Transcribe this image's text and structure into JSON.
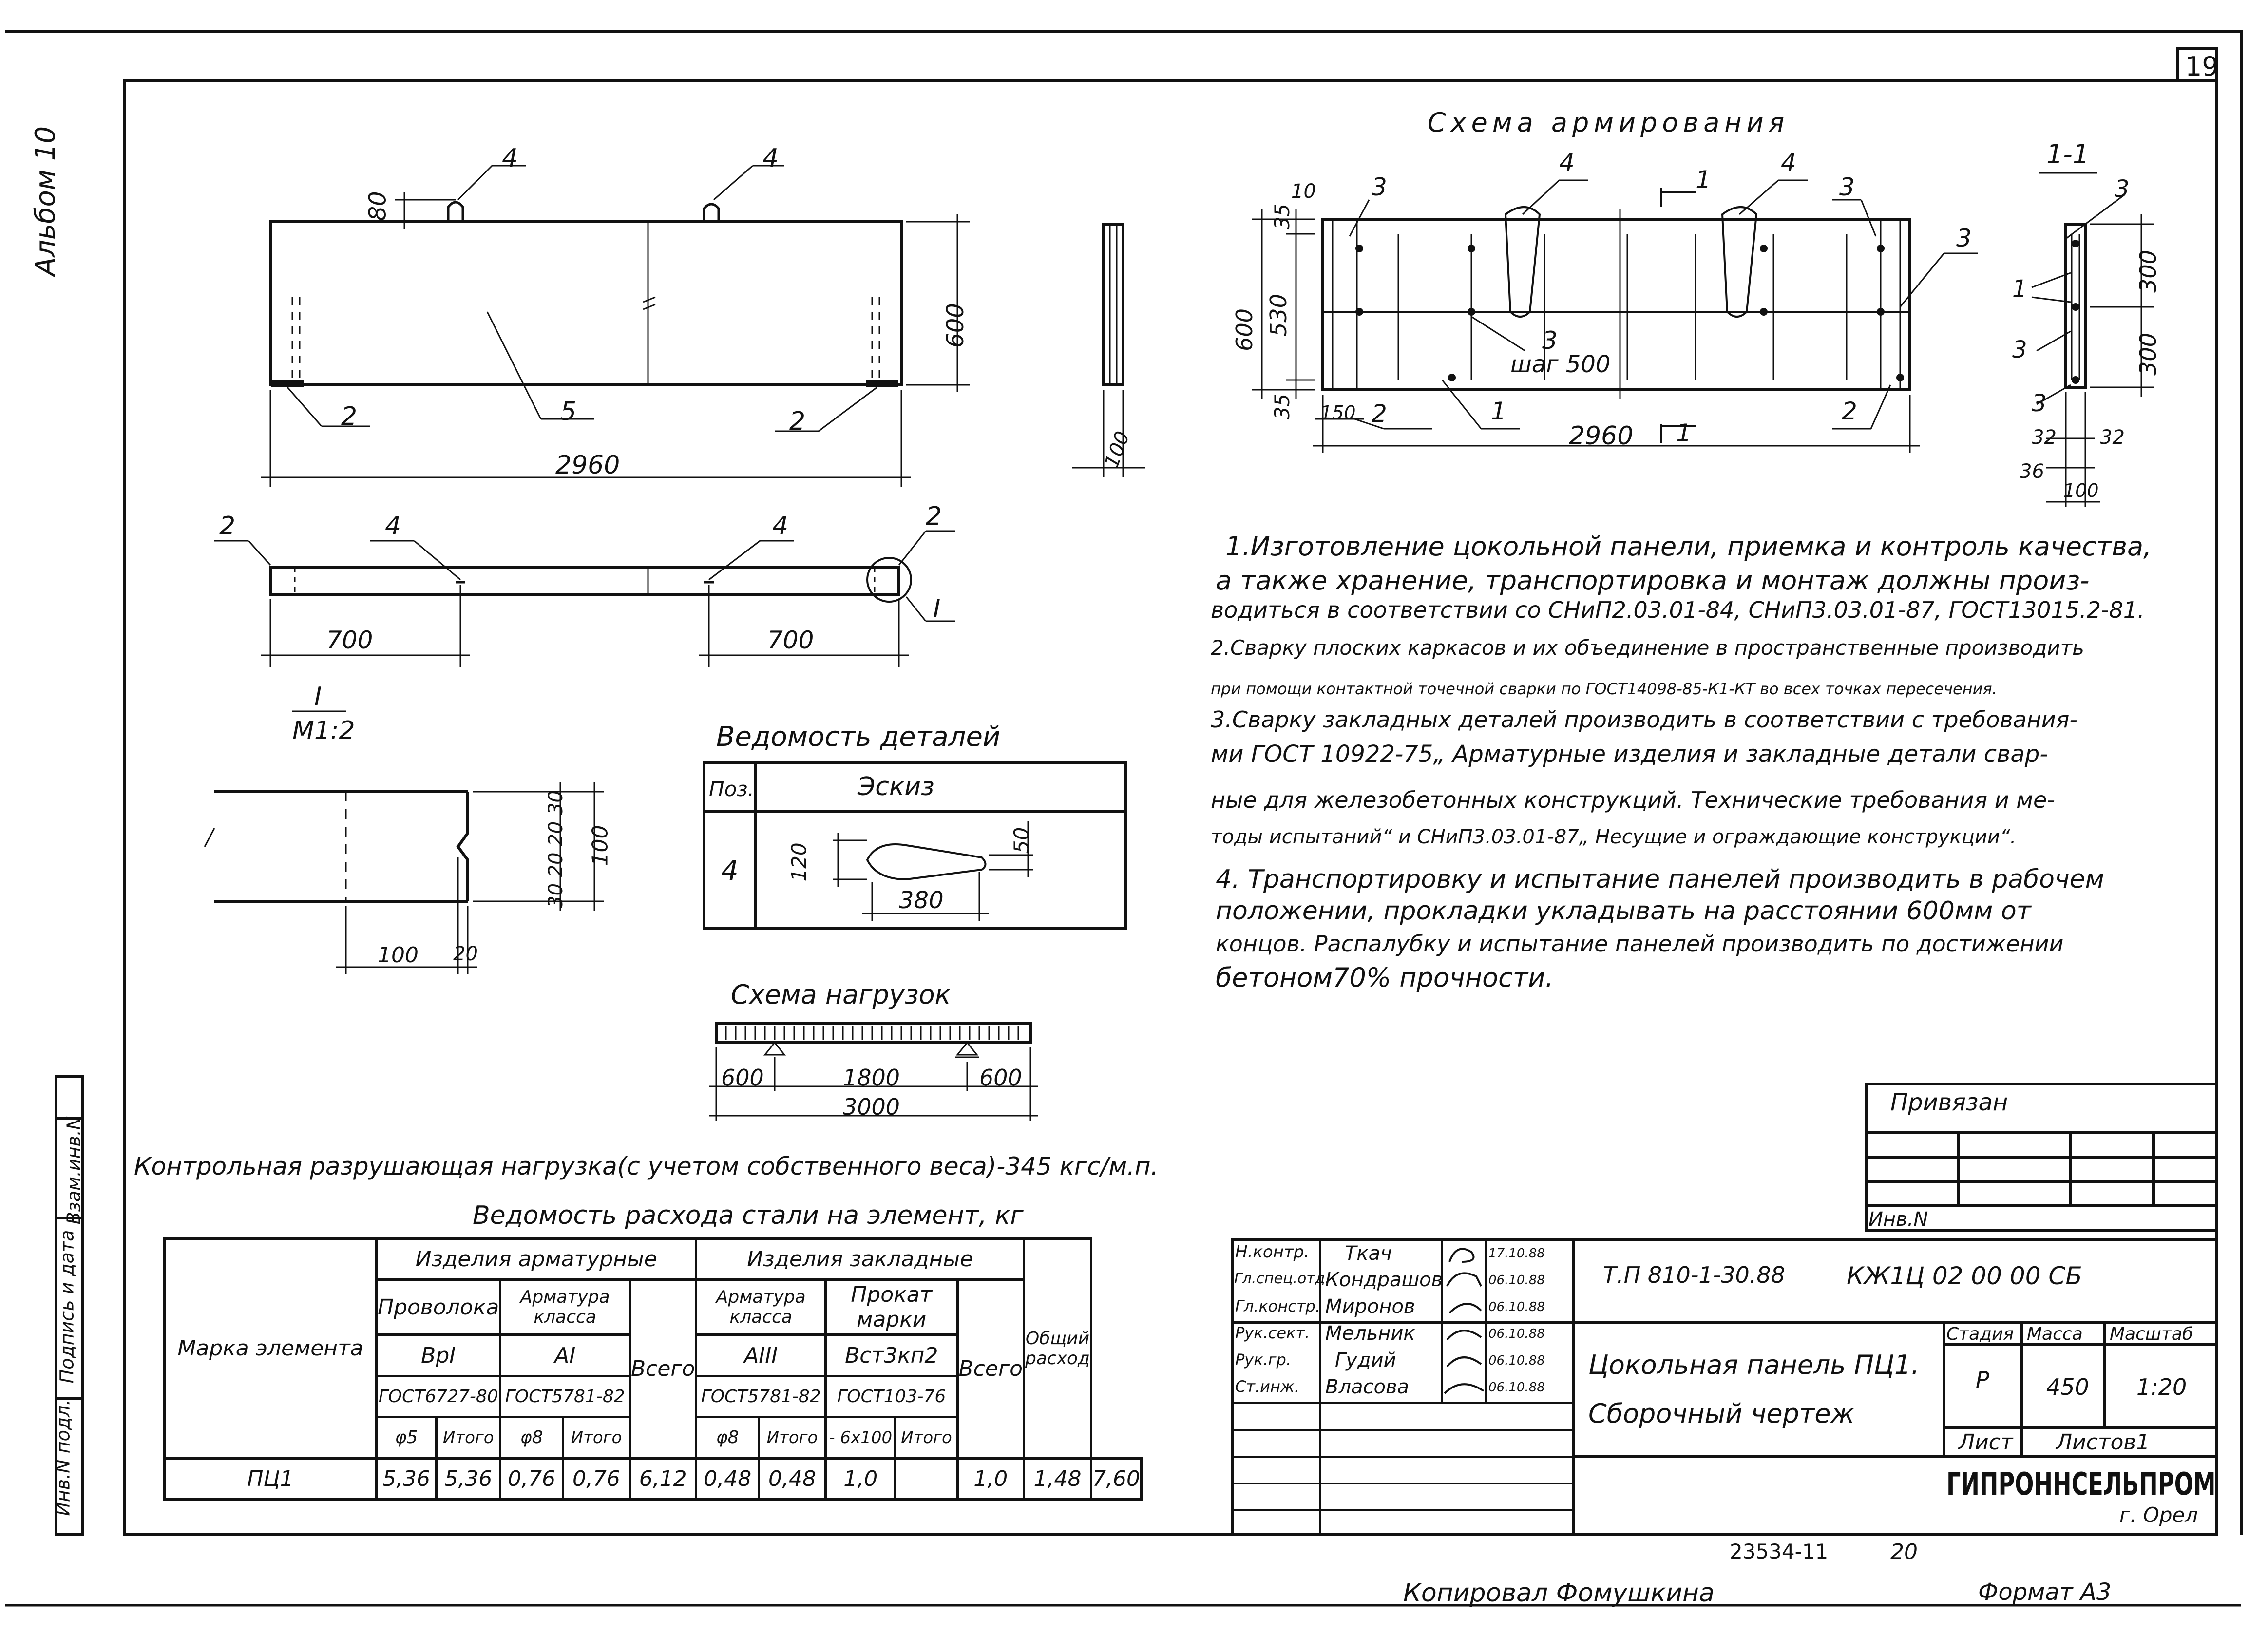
{
  "page_number": "19",
  "album_label": "Альбом 10",
  "side_stamp": {
    "inv_podl": "Инв.N подл.",
    "podpis_data": "Подпись и дата",
    "vzam_inv": "Взам.инв.N"
  },
  "front_view": {
    "dim_80": "80",
    "dim_600": "600",
    "dim_2960": "2960",
    "dim_100": "100",
    "pos_2": "2",
    "pos_4": "4",
    "pos_5": "5"
  },
  "plan_view": {
    "dim_700_left": "700",
    "dim_700_right": "700",
    "pos_2": "2",
    "pos_4": "4",
    "callout": "I"
  },
  "detail_I": {
    "title": "I",
    "scale": "М1:2",
    "dim_100_h": "100",
    "dim_20": "20",
    "dim_100_v": "100",
    "dim_stack": "30 20 20 30"
  },
  "details_table": {
    "title": "Ведомость деталей",
    "col_pos": "Поз.",
    "col_sketch": "Эскиз",
    "row_pos": "4",
    "dim_120": "120",
    "dim_50": "50",
    "dim_380": "380"
  },
  "load_scheme": {
    "title": "Схема нагрузок",
    "d600a": "600",
    "d1800": "1800",
    "d600b": "600",
    "d3000": "3000"
  },
  "reinforcement_scheme": {
    "title": "Схема армирования",
    "dim_10": "10",
    "dim_35_top": "35",
    "dim_530": "530",
    "dim_600": "600",
    "dim_35_bot": "35",
    "dim_150": "150",
    "dim_2960": "2960",
    "pitch": "шаг 500",
    "section_mark": "1",
    "pos_1": "1",
    "pos_2": "2",
    "pos_3": "3",
    "pos_4": "4"
  },
  "section_1_1": {
    "title": "1-1",
    "dim_300_top": "300",
    "dim_300_bot": "300",
    "dim_32a": "32",
    "dim_32b": "32",
    "dim_36": "36",
    "dim_100": "100",
    "pos_1": "1",
    "pos_3": "3"
  },
  "notes": [
    "1.Изготовление цокольной панели, приемка и контроль качества,",
    "а также хранение, транспортировка и монтаж должны произ-",
    "водиться в соответствии со СНиП2.03.01-84, СНиП3.03.01-87, ГОСТ13015.2-81.",
    "2.Сварку плоских каркасов и их объединение в пространственные производить",
    "при помощи контактной точечной сварки по ГОСТ14098-85-К1-КТ во всех точках пересечения.",
    "3.Сварку закладных деталей производить в соответствии с требования-",
    "ми ГОСТ 10922-75„ Арматурные изделия и закладные детали свар-",
    "ные для железобетонных конструкций. Технические требования и ме-",
    "тоды испытаний“ и СНиП3.03.01-87„ Несущие и ограждающие конструкции“.",
    "4. Транспортировку и испытание панелей производить в рабочем",
    "положении, прокладки укладывать на расстоянии 600мм от",
    "концов. Распалубку и испытание панелей производить по достижении",
    "бетоном70% прочности."
  ],
  "load_note": "Контрольная разрушающая нагрузка(с учетом собственного веса)-345 кгс/м.п.",
  "steel_table": {
    "title": "Ведомость расхода стали на элемент, кг",
    "h_marka": "Марка элемента",
    "h_arm": "Изделия арматурные",
    "h_zakl": "Изделия закладные",
    "h_provoloka": "Проволока",
    "h_armatura_klassa": "Арматура класса",
    "h_armatura_klassa2": "Арматура класса",
    "h_prokat": "Прокат марки",
    "h_vsego": "Всего",
    "h_vsego2": "Всего",
    "h_obshchiy": "Общий расход",
    "h_vp": "ВрI",
    "h_ai": "AI",
    "h_aiii": "AIII",
    "h_vst": "Вст3кп2",
    "h_gost1": "ГОСТ6727-80",
    "h_gost2": "ГОСТ5781-82",
    "h_gost3": "ГОСТ5781-82",
    "h_gost4": "ГОСТ103-76",
    "h_f5": "φ5",
    "h_itogo1": "Итого",
    "h_f8": "φ8",
    "h_itogo2": "Итого",
    "h_f8b": "φ8",
    "h_itogo3": "Итого",
    "h_6x100": "- 6х100",
    "h_itogo4": "Итого",
    "row": {
      "marka": "ПЦ1",
      "v1": "5,36",
      "v2": "5,36",
      "v3": "0,76",
      "v4": "0,76",
      "v5": "6,12",
      "v6": "0,48",
      "v7": "0,48",
      "v8": "1,0",
      "v9": "",
      "v10": "1,0",
      "v11": "1,48",
      "v12": "7,60"
    }
  },
  "title_block": {
    "privyazan": "Привязан",
    "inv_n": "Инв.N",
    "doc_code": "Т.П 810-1-30.88",
    "doc_mark": "КЖ1Ц 02 00 00 СБ",
    "roles": [
      {
        "role": "Н.контр.",
        "name": "Ткач",
        "date": "17.10.88"
      },
      {
        "role": "Гл.спец.отд.",
        "name": "Кондрашов",
        "date": "06.10.88"
      },
      {
        "role": "Гл.констр.",
        "name": "Миронов",
        "date": "06.10.88"
      },
      {
        "role": "Рук.сект.",
        "name": "Мельник",
        "date": "06.10.88"
      },
      {
        "role": "Рук.гр.",
        "name": "Гудий",
        "date": "06.10.88"
      },
      {
        "role": "Ст.инж.",
        "name": "Власова",
        "date": "06.10.88"
      }
    ],
    "name_line1": "Цокольная панель ПЦ1.",
    "name_line2": "Сборочный чертеж",
    "stadia_h": "Стадия",
    "massa_h": "Масса",
    "masshtab_h": "Масштаб",
    "stadia": "Р",
    "massa": "450",
    "masshtab": "1:20",
    "list": "Лист",
    "listov": "Листов1",
    "org": "ГИПРОННСЕЛЬПРОМ",
    "city": "г. Орел",
    "inv_number": "23534-11",
    "sheet_n": "20"
  },
  "footer": {
    "copied": "Копировал Фомушкина",
    "format": "Формат А3"
  }
}
